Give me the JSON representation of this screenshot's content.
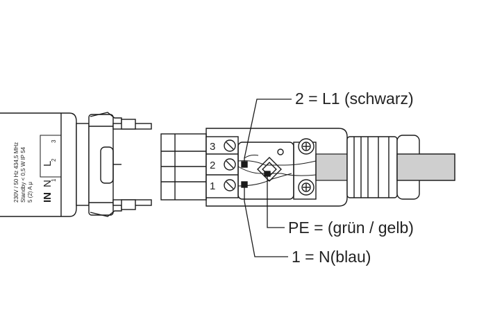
{
  "device": {
    "spec_lines": [
      "230V / 50 Hz   434,5 MHz",
      "Standby < 0,5 W     IP 54",
      "5 (2) A  μ"
    ],
    "in_label": "IN",
    "terminal_letters": [
      "N",
      "L"
    ],
    "terminal_numbers": [
      "1",
      "2",
      "3"
    ]
  },
  "plug": {
    "terminals": [
      "3",
      "2",
      "1"
    ]
  },
  "callouts": {
    "l1": "2 = L1 (schwarz)",
    "pe": "PE = (grün / gelb)",
    "n": "1 = N(blau)"
  },
  "colors": {
    "line": "#1a1a1a",
    "cable": "#cfcfcf",
    "background": "#ffffff"
  }
}
